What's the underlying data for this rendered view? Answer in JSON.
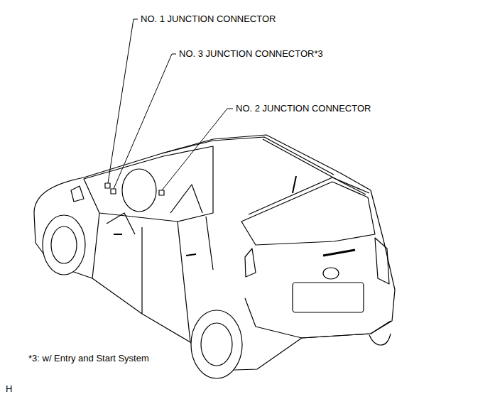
{
  "diagram": {
    "labels": [
      "NO. 1 JUNCTION CONNECTOR",
      "NO. 3 JUNCTION CONNECTOR*3",
      "NO. 2 JUNCTION CONNECTOR",
      "*3: w/ Entry and Start System",
      "H"
    ]
  }
}
